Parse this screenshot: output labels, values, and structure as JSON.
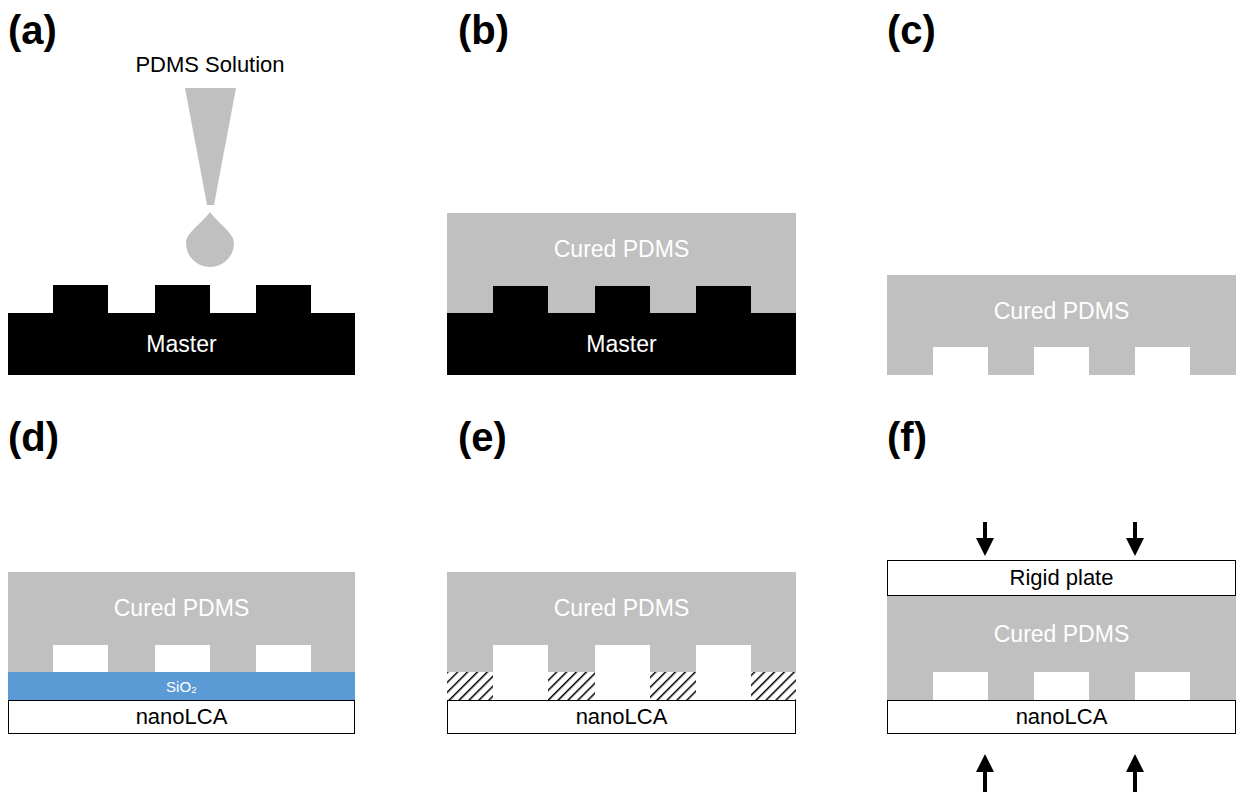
{
  "diagram": {
    "nodes": [
      {
        "text": [
          "Master"
        ]
      },
      {
        "text": [
          "Cured PDMS"
        ]
      },
      {
        "text": [
          "Master"
        ]
      },
      {
        "text": [
          "Cured PDMS"
        ]
      },
      {
        "text": [
          "Cured PDMS"
        ]
      },
      {
        "text": [
          "SiO₂"
        ]
      },
      {
        "text": [
          "nanoLCA"
        ]
      },
      {
        "text": [
          "Cured PDMS"
        ]
      },
      {
        "text": [
          "nanoLCA"
        ]
      },
      {
        "text": [
          "Rigid plate"
        ]
      },
      {
        "text": [
          "Cured PDMS"
        ]
      },
      {
        "text": [
          "nanoLCA"
        ]
      }
    ],
    "labels": [
      "(a)",
      "PDMS Solution",
      "(b)",
      "(c)",
      "(d)",
      "(e)",
      "(f)"
    ]
  }
}
